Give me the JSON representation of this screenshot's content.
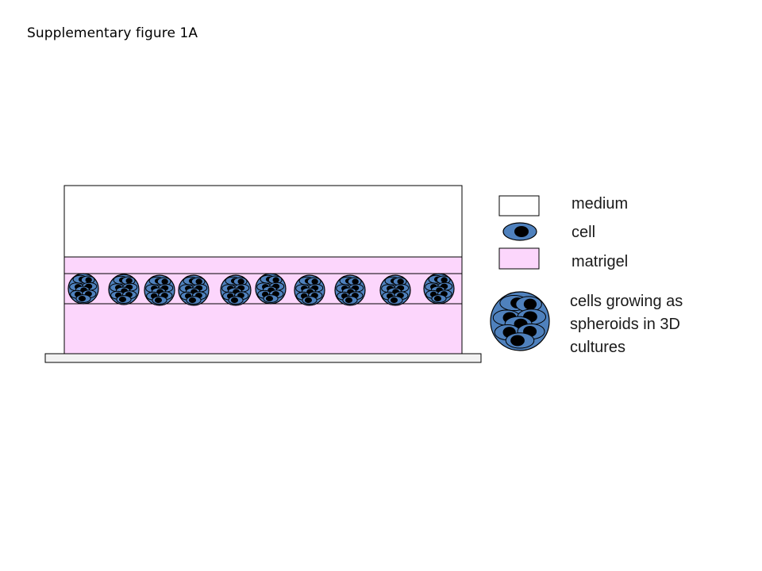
{
  "title": "Supplementary figure 1A",
  "legend": {
    "medium": "medium",
    "cell": "cell",
    "matrigel": "matrigel",
    "spheroid_lines": [
      "cells growing as",
      "spheroids in 3D",
      "cultures"
    ]
  },
  "colors": {
    "matrigel": "#fcd6fc",
    "medium": "#ffffff",
    "cell_body": "#4f81bd",
    "nucleus": "#000000",
    "plate": "#f2f2f2",
    "outline": "#000000"
  },
  "spheroid_count": 10
}
